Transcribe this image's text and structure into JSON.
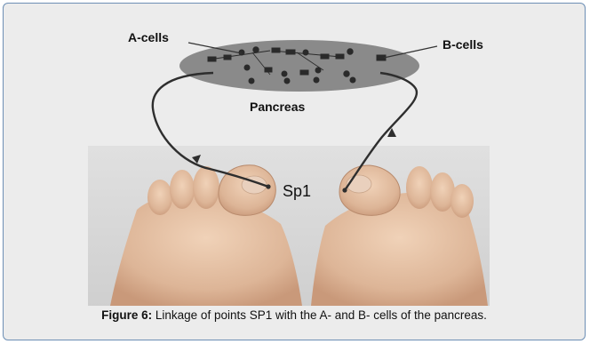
{
  "diagram": {
    "label_a_cells": "A-cells",
    "label_b_cells": "B-cells",
    "label_organ": "Pancreas",
    "label_point": "Sp1",
    "colors": {
      "organ_fill": "#8a8a8a",
      "path_stroke": "#333333",
      "photo_background": "#d9d9d9",
      "skin": "#e4c1a4"
    }
  },
  "caption": {
    "figure_number": "Figure 6:",
    "text": " Linkage of points SP1 with the A- and B- cells of the pancreas."
  }
}
